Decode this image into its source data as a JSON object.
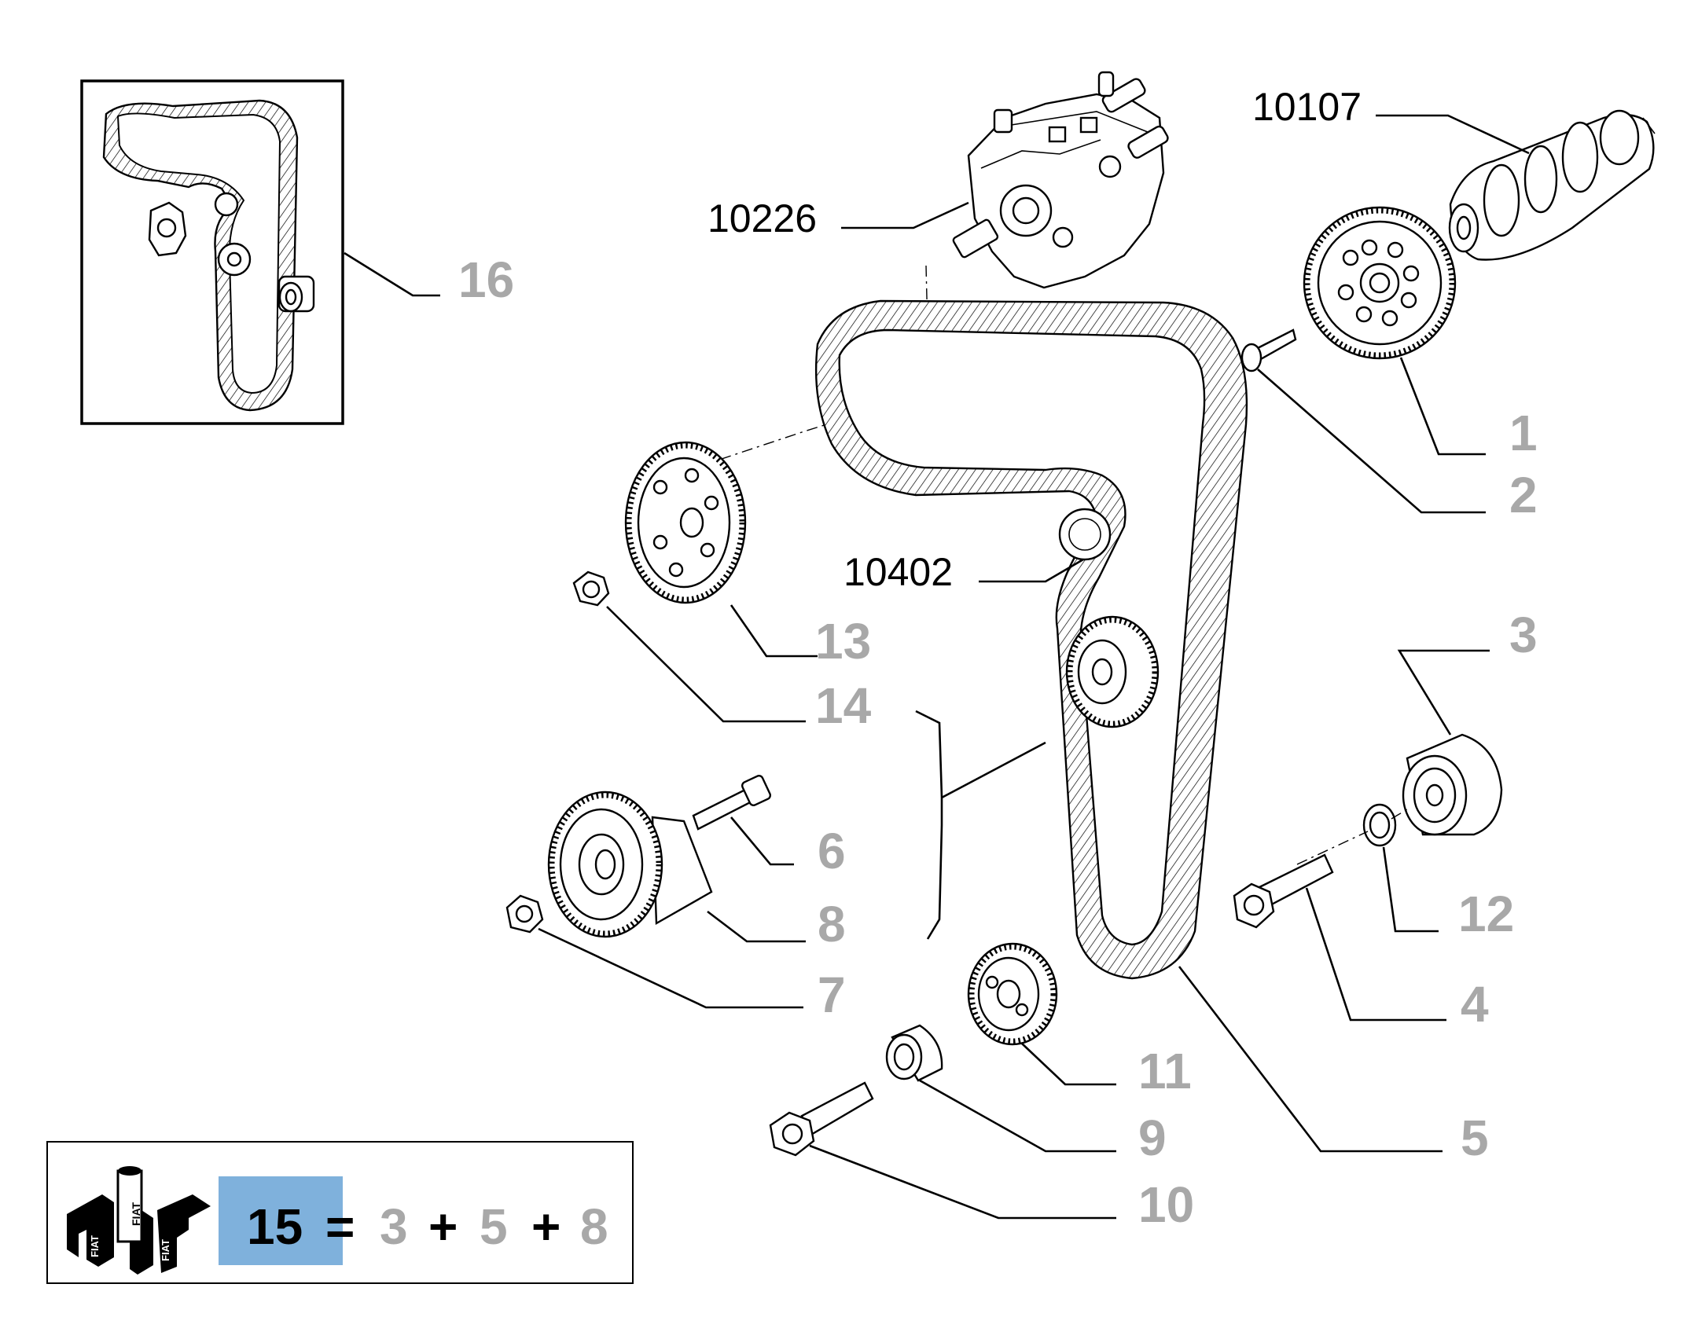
{
  "references": {
    "r10107": "10107",
    "r10226": "10226",
    "r10402": "10402"
  },
  "callouts": {
    "c1": "1",
    "c2": "2",
    "c3": "3",
    "c4": "4",
    "c5": "5",
    "c6": "6",
    "c7": "7",
    "c8": "8",
    "c9": "9",
    "c10": "10",
    "c11": "11",
    "c12": "12",
    "c13": "13",
    "c14": "14",
    "c16": "16"
  },
  "kit": {
    "number": "15",
    "equals": "=",
    "plus": "+",
    "parts": [
      "3",
      "5",
      "8"
    ],
    "highlight_color": "#7fb1dc",
    "logo_text": "FIAT"
  },
  "colors": {
    "callout_gray": "#a8a8a8",
    "ink": "#000000"
  }
}
